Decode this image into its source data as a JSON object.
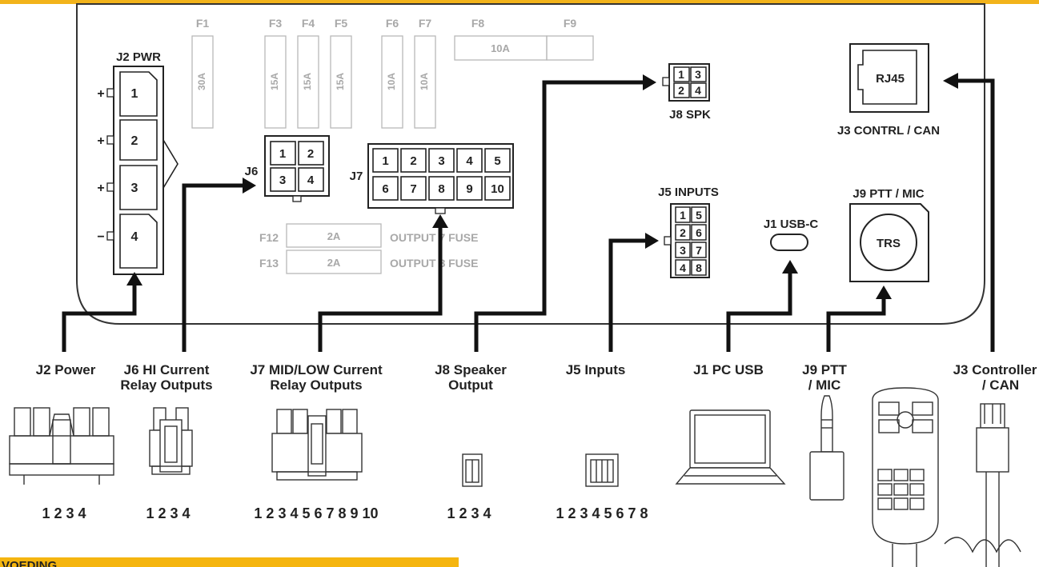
{
  "banner": {
    "text": "VOEDING",
    "color": "#f5b50f"
  },
  "fuses": {
    "F1": {
      "label": "F1",
      "rating": "30A"
    },
    "F3": {
      "label": "F3",
      "rating": "15A"
    },
    "F4": {
      "label": "F4",
      "rating": "15A"
    },
    "F5": {
      "label": "F5",
      "rating": "15A"
    },
    "F6": {
      "label": "F6",
      "rating": "10A"
    },
    "F7": {
      "label": "F7",
      "rating": "10A"
    },
    "F8": {
      "label": "F8",
      "rating": "10A"
    },
    "F9": {
      "label": "F9"
    },
    "F12": {
      "label": "F12",
      "rating": "2A",
      "desc": "OUTPUT 7 FUSE"
    },
    "F13": {
      "label": "F13",
      "rating": "2A",
      "desc": "OUTPUT 8 FUSE"
    }
  },
  "board": {
    "j2_title": "J2  PWR",
    "j2_pins": [
      "1",
      "2",
      "3",
      "4"
    ],
    "j2_signs": [
      "+",
      "+",
      "+",
      "−"
    ],
    "j6_title": "J6",
    "j6_pins": [
      "1",
      "2",
      "3",
      "4"
    ],
    "j7_title": "J7",
    "j7_pins": [
      "1",
      "2",
      "3",
      "4",
      "5",
      "6",
      "7",
      "8",
      "9",
      "10"
    ],
    "j8_title": "J8  SPK",
    "j8_pins": [
      "1",
      "3",
      "2",
      "4"
    ],
    "j5_title": "J5  INPUTS",
    "j5_pins": [
      "1",
      "5",
      "2",
      "6",
      "3",
      "7",
      "4",
      "8"
    ],
    "j1_title": "J1  USB-C",
    "j3_title": "J3  CONTRL / CAN",
    "j3_jack": "RJ45",
    "j9_title": "J9  PTT / MIC",
    "j9_jack": "TRS"
  },
  "connectors": [
    {
      "line1": "J2 Power",
      "line2": "",
      "pins": "1 2 3 4"
    },
    {
      "line1": "J6 HI Current",
      "line2": "Relay Outputs",
      "pins": "1 2 3 4"
    },
    {
      "line1": "J7 MID/LOW Current",
      "line2": "Relay Outputs",
      "pins": "1 2 3 4 5 6 7 8 9 10"
    },
    {
      "line1": "J8 Speaker",
      "line2": "Output",
      "pins": "1 2 3 4"
    },
    {
      "line1": "J5 Inputs",
      "line2": "",
      "pins": "1 2 3 4 5 6 7 8"
    },
    {
      "line1": "J1 PC USB",
      "line2": ""
    },
    {
      "line1": "J9 PTT",
      "line2": "/ MIC"
    },
    {
      "line1": "J3 Controller",
      "line2": "/ CAN"
    }
  ]
}
